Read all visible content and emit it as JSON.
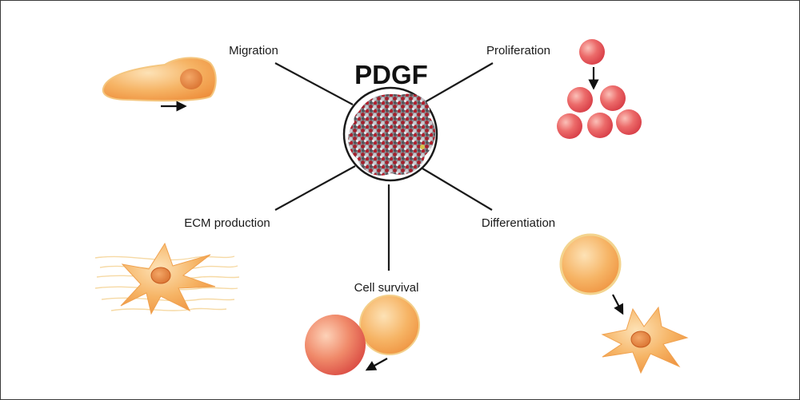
{
  "diagram": {
    "center_title": "PDGF",
    "center_image": "pdgf-protein-structure",
    "effects": [
      {
        "id": "migration",
        "label": "Migration",
        "illustration": "migrating-cell-with-direction-arrow"
      },
      {
        "id": "proliferation",
        "label": "Proliferation",
        "illustration": "dividing-cells-with-arrow"
      },
      {
        "id": "ecm",
        "label": "ECM production",
        "illustration": "fibroblast-with-matrix-fibers"
      },
      {
        "id": "survival",
        "label": "Cell survival",
        "illustration": "two-round-cells-with-arrow"
      },
      {
        "id": "differentiation",
        "label": "Differentiation",
        "illustration": "round-cell-becoming-stellate-cell"
      }
    ]
  },
  "colors": {
    "cell_orange": "#f2a04a",
    "cell_orange_light": "#f8cf8c",
    "nucleus": "#e27f3a",
    "proliferation_red": "#e5545a",
    "survival_red": "#e96a55",
    "line": "#1a1a1a",
    "border": "#3a3a3a"
  }
}
